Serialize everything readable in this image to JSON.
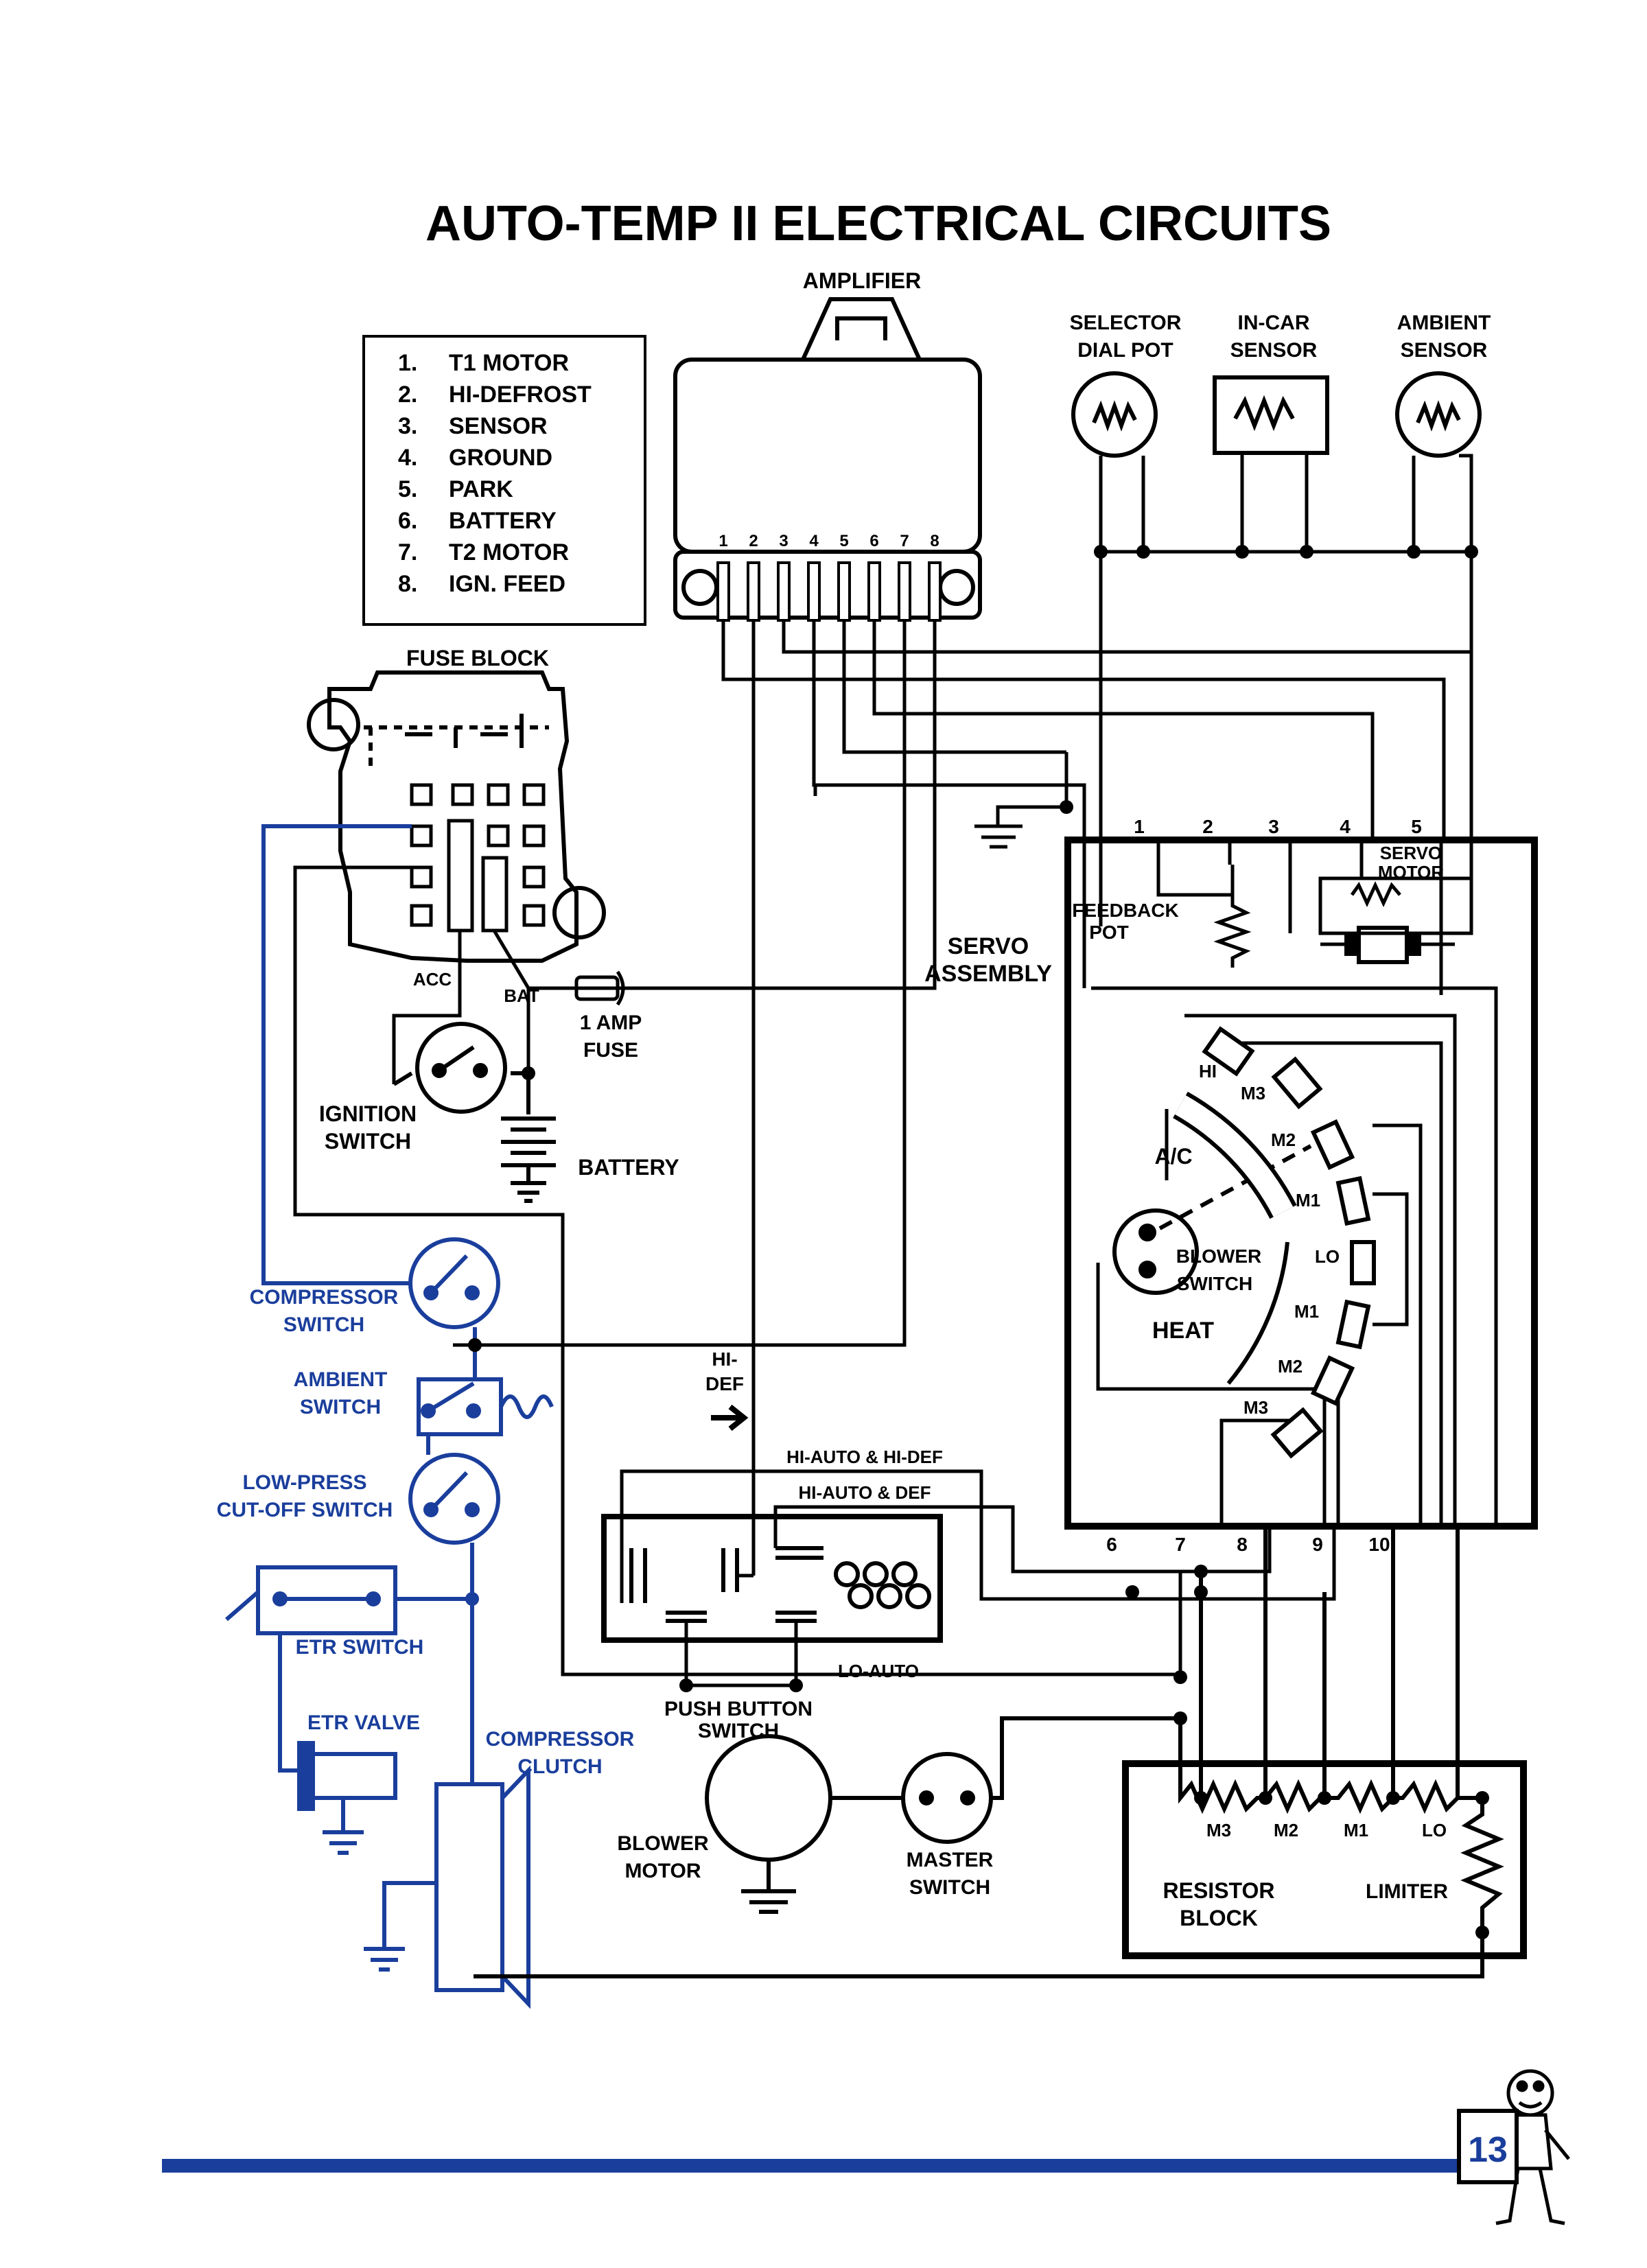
{
  "title": "AUTO-TEMP II ELECTRICAL CIRCUITS",
  "page_number": "13",
  "colors": {
    "ink": "#000000",
    "blue": "#1a3e9c",
    "paper": "#ffffff"
  },
  "legend": [
    {
      "num": "1.",
      "label": "T1 MOTOR"
    },
    {
      "num": "2.",
      "label": "HI-DEFROST"
    },
    {
      "num": "3.",
      "label": "SENSOR"
    },
    {
      "num": "4.",
      "label": "GROUND"
    },
    {
      "num": "5.",
      "label": "PARK"
    },
    {
      "num": "6.",
      "label": "BATTERY"
    },
    {
      "num": "7.",
      "label": "T2 MOTOR"
    },
    {
      "num": "8.",
      "label": "IGN. FEED"
    }
  ],
  "amplifier": {
    "label": "AMPLIFIER",
    "pins": [
      "1",
      "2",
      "3",
      "4",
      "5",
      "6",
      "7",
      "8"
    ]
  },
  "sensors": {
    "selector_1": "SELECTOR",
    "selector_2": "DIAL POT",
    "incar_1": "IN-CAR",
    "incar_2": "SENSOR",
    "ambient_1": "AMBIENT",
    "ambient_2": "SENSOR"
  },
  "fuse_block": {
    "label": "FUSE BLOCK",
    "acc": "ACC",
    "bat": "BAT"
  },
  "amp_fuse": {
    "line1": "1 AMP",
    "line2": "FUSE"
  },
  "ignition": {
    "line1": "IGNITION",
    "line2": "SWITCH"
  },
  "battery": "BATTERY",
  "servo": {
    "line1": "SERVO",
    "line2": "ASSEMBLY",
    "feedback_1": "FEEDBACK",
    "feedback_2": "POT",
    "motor_1": "SERVO",
    "motor_2": "MOTOR",
    "terminals_top": [
      "1",
      "2",
      "3",
      "4",
      "5"
    ],
    "terminals_bottom": [
      "6",
      "7",
      "8",
      "9",
      "10"
    ]
  },
  "blower_switch": {
    "line1": "BLOWER",
    "line2": "SWITCH",
    "ac": "A/C",
    "heat": "HEAT",
    "positions": [
      "HI",
      "M3",
      "M2",
      "M1",
      "LO",
      "M1",
      "M2",
      "M3"
    ]
  },
  "pushbutton": {
    "line1": "PUSH BUTTON",
    "line2": "SWITCH",
    "hidef_1": "HI-",
    "hidef_2": "DEF",
    "hiauto_hidef": "HI-AUTO & HI-DEF",
    "hiauto_def": "HI-AUTO & DEF",
    "loauto": "LO-AUTO"
  },
  "blower_motor": {
    "line1": "BLOWER",
    "line2": "MOTOR"
  },
  "master_switch": {
    "line1": "MASTER",
    "line2": "SWITCH"
  },
  "resistor_block": {
    "line1": "RESISTOR",
    "line2": "BLOCK",
    "limiter": "LIMITER",
    "taps": [
      "M3",
      "M2",
      "M1",
      "LO"
    ]
  },
  "blue_components": {
    "compressor_switch_1": "COMPRESSOR",
    "compressor_switch_2": "SWITCH",
    "ambient_switch_1": "AMBIENT",
    "ambient_switch_2": "SWITCH",
    "lowpress_1": "LOW-PRESS",
    "lowpress_2": "CUT-OFF SWITCH",
    "etr_switch": "ETR SWITCH",
    "etr_valve": "ETR VALVE",
    "clutch_1": "COMPRESSOR",
    "clutch_2": "CLUTCH"
  }
}
